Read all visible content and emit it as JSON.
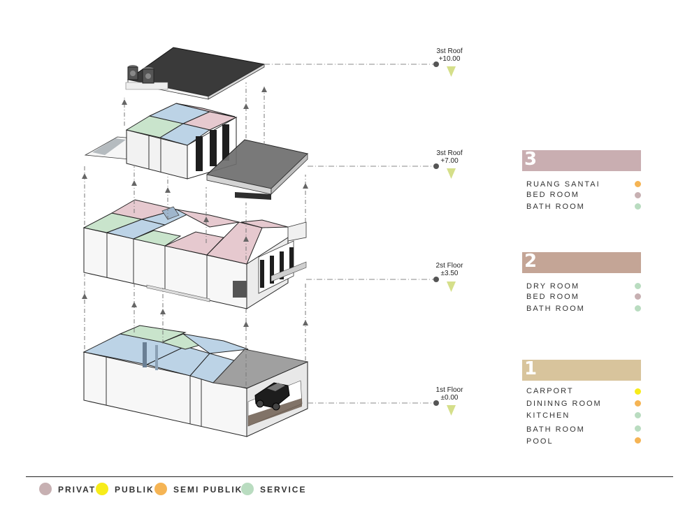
{
  "levels": [
    {
      "name": "3st  Roof",
      "elevation": "+10.00"
    },
    {
      "name": "3st  Roof",
      "elevation": "+7.00"
    },
    {
      "name": "2st Floor",
      "elevation": "±3.50"
    },
    {
      "name": "1st Floor",
      "elevation": "±0.00"
    }
  ],
  "floors": [
    {
      "number": "3",
      "color": "#c9aeb1",
      "rooms": [
        {
          "name": "RUANG SANTAI",
          "type": "semi"
        },
        {
          "name": "BED ROOM",
          "type": "privat"
        },
        {
          "name": "BATH ROOM",
          "type": "service"
        }
      ]
    },
    {
      "number": "2",
      "color": "#c4a596",
      "rooms": [
        {
          "name": "DRY ROOM",
          "type": "service"
        },
        {
          "name": "BED ROOM",
          "type": "privat"
        },
        {
          "name": "BATH ROOM",
          "type": "service"
        }
      ]
    },
    {
      "number": "1",
      "color": "#d8c49c",
      "rooms": [
        {
          "name": "CARPORT",
          "type": "publik"
        },
        {
          "name": "DININNG ROOM",
          "type": "semi"
        },
        {
          "name": "KITCHEN",
          "type": "service"
        },
        {
          "name": "BATH ROOM",
          "type": "service"
        },
        {
          "name": "POOL",
          "type": "semi"
        }
      ]
    }
  ],
  "legend": [
    {
      "label": "PRIVAT",
      "color": "#c7b0b2"
    },
    {
      "label": "PUBLIK",
      "color": "#f7ec1a"
    },
    {
      "label": "SEMI PUBLIK",
      "color": "#f5b454"
    },
    {
      "label": "SERVICE",
      "color": "#b9dcc0"
    }
  ],
  "zone_colors": {
    "privat": "#c7b0b2",
    "publik": "#f7ec1a",
    "semi": "#f5b454",
    "service": "#b9dcc0"
  },
  "marker_color": "#d5df8a"
}
